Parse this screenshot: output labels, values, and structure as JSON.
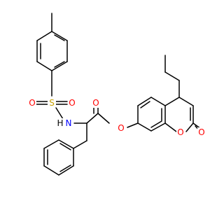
{
  "diagram": {
    "type": "chemical-structure",
    "atom_labels": {
      "sulfur": "S",
      "sulfonyl_o_left": "O",
      "sulfonyl_o_right": "O",
      "amine_h": "H",
      "amine_n": "N",
      "carbonyl_o": "O",
      "ester_o": "O",
      "ring_o": "O",
      "lactone_carbonyl_o": "O"
    },
    "colors": {
      "bond": "#000000",
      "sulfur": "#c7a000",
      "oxygen": "#ff0000",
      "nitrogen": "#0000ff",
      "hydrogen": "#000000"
    }
  }
}
